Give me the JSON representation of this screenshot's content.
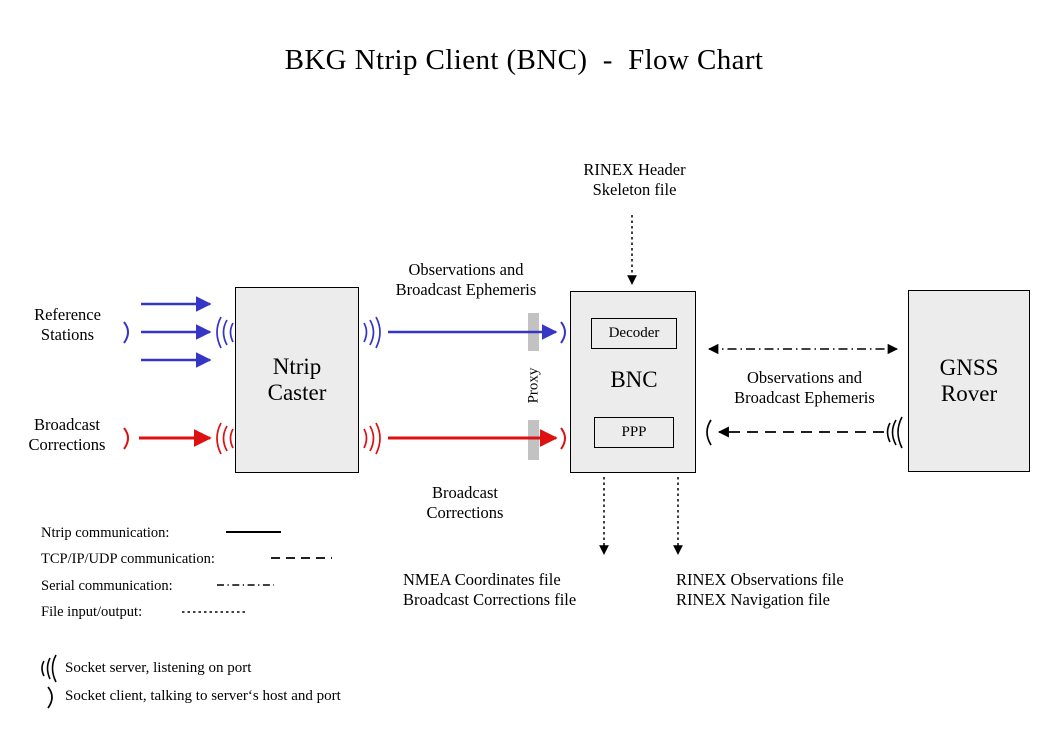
{
  "title": "BKG Ntrip Client (BNC)  -  Flow Chart",
  "colors": {
    "ntrip_blue": "#3535c6",
    "corrections_red": "#dd1111",
    "node_fill": "#ececec",
    "proxy_bar": "#c2c2c2",
    "stroke": "#000000"
  },
  "nodes": {
    "ntrip_caster": {
      "label_line1": "Ntrip",
      "label_line2": "Caster"
    },
    "bnc": {
      "label": "BNC",
      "decoder": "Decoder",
      "ppp": "PPP"
    },
    "gnss_rover": {
      "label_line1": "GNSS",
      "label_line2": "Rover"
    }
  },
  "labels": {
    "reference_stations": "Reference\nStations",
    "broadcast_corrections_in": "Broadcast\nCorrections",
    "observations_ephemeris_left": "Observations and\nBroadcast Ephemeris",
    "broadcast_corrections_mid": "Broadcast\nCorrections",
    "proxy": "Proxy",
    "rinex_header_skeleton": "RINEX Header\nSkeleton file",
    "observations_ephemeris_right": "Observations and\nBroadcast Ephemeris",
    "nmea_outputs": "NMEA Coordinates file\nBroadcast Corrections file",
    "rinex_outputs": "RINEX Observations file\nRINEX Navigation file"
  },
  "legend_lines": {
    "items": [
      {
        "label": "Ntrip communication:",
        "style": "solid"
      },
      {
        "label": "TCP/IP/UDP communication:",
        "style": "dashed"
      },
      {
        "label": "Serial communication:",
        "style": "dashdot"
      },
      {
        "label": "File input/output:",
        "style": "dotted"
      }
    ]
  },
  "legend_sockets": {
    "items": [
      {
        "icon": "socket-server-icon",
        "label": "Socket server, listening on port"
      },
      {
        "icon": "socket-client-icon",
        "label": "Socket client, talking to server‘s host and port"
      }
    ]
  }
}
